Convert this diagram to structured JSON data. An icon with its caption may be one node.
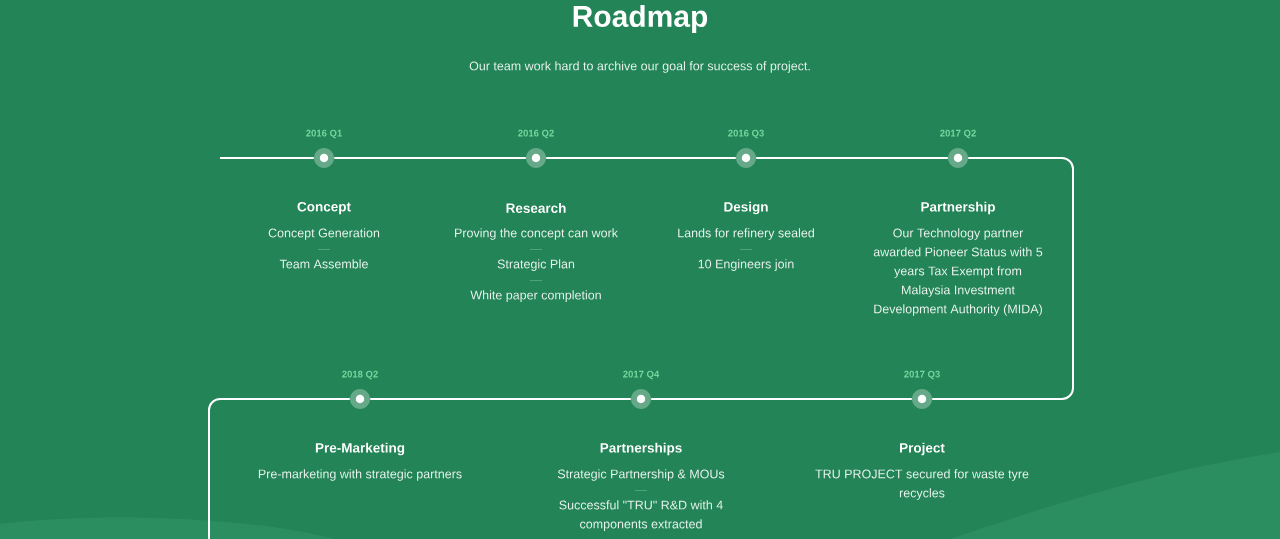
{
  "diagram": {
    "title": "Roadmap",
    "nodes": [
      {
        "text": [
          "Concept",
          "Concept Generation",
          "Team Assemble"
        ],
        "beside": [
          "2016 Q1"
        ]
      },
      {
        "text": [
          "Research",
          "Proving the concept can work",
          "Strategic Plan",
          "White paper completion"
        ],
        "beside": [
          "2016 Q2"
        ]
      },
      {
        "text": [
          "Design",
          "Lands for refinery sealed",
          "10 Engineers join"
        ],
        "beside": [
          "2016 Q3"
        ]
      },
      {
        "text": [
          "Partnership",
          "Our Technology partner awarded Pioneer Status with 5 years Tax Exempt from Malaysia Investment Development Authority (MIDA)"
        ],
        "beside": [
          "2017 Q2"
        ]
      },
      {
        "text": [
          "Pre-Marketing",
          "Pre-marketing with strategic partners"
        ],
        "beside": [
          "2018 Q2"
        ]
      },
      {
        "text": [
          "Partnerships",
          "Strategic Partnership & MOUs",
          "Successful \"TRU\" R&D with 4 components extracted"
        ],
        "beside": [
          "2017 Q4"
        ]
      },
      {
        "text": [
          "Project",
          "TRU PROJECT secured for waste tyre recycles"
        ],
        "beside": [
          "2017 Q3"
        ]
      }
    ],
    "edges": [
      {
        "from": null,
        "to": 0,
        "arrow": "none"
      },
      {
        "from": 0,
        "to": 1,
        "arrow": "none"
      },
      {
        "from": 1,
        "to": 2,
        "arrow": "none"
      },
      {
        "from": 2,
        "to": 3,
        "arrow": "none"
      },
      {
        "from": 3,
        "to": 6,
        "arrow": "none"
      },
      {
        "from": 6,
        "to": 5,
        "arrow": "none"
      },
      {
        "from": 5,
        "to": 4,
        "arrow": "none"
      },
      {
        "from": 4,
        "to": null,
        "arrow": "none"
      }
    ],
    "labels": [
      "Our team work hard to archive our goal for success of project."
    ]
  }
}
